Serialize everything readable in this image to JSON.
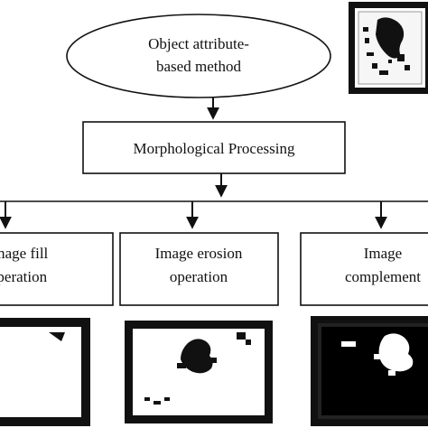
{
  "diagram": {
    "root": {
      "line1": "Object attribute-",
      "line2": "based method"
    },
    "process": {
      "label": "Morphological Processing"
    },
    "operations": [
      {
        "line1": "Image fill",
        "line2": "operation"
      },
      {
        "line1": "Image erosion",
        "line2": "operation"
      },
      {
        "line1": "Image",
        "line2": "complement"
      }
    ]
  }
}
